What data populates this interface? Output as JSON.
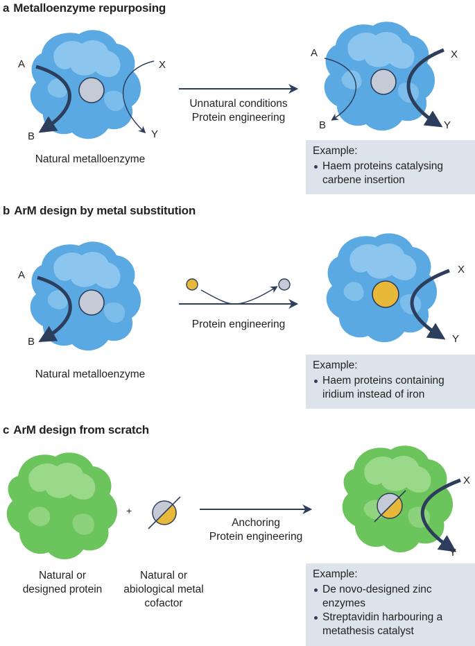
{
  "panels": {
    "a": {
      "letter": "a",
      "title": "Metalloenzyme repurposing",
      "left_labels": {
        "A": "A",
        "B": "B",
        "X": "X",
        "Y": "Y"
      },
      "right_labels": {
        "A": "A",
        "B": "B",
        "X": "X",
        "Y": "Y"
      },
      "caption": "Natural metalloenzyme",
      "arrow_text": [
        "Unnatural conditions",
        "Protein engineering"
      ],
      "example": {
        "heading": "Example:",
        "items": [
          "Haem proteins catalysing carbene insertion"
        ]
      }
    },
    "b": {
      "letter": "b",
      "title": "ArM design by metal substitution",
      "left_labels": {
        "A": "A",
        "B": "B"
      },
      "right_labels": {
        "X": "X",
        "Y": "Y"
      },
      "caption": "Natural metalloenzyme",
      "arrow_text": [
        "Protein engineering"
      ],
      "example": {
        "heading": "Example:",
        "items": [
          "Haem proteins containing iridium instead of iron"
        ]
      }
    },
    "c": {
      "letter": "c",
      "title": "ArM design from scratch",
      "plus": "+",
      "caption_protein": "Natural or designed protein",
      "caption_cofactor": "Natural or abiological metal cofactor",
      "arrow_text": [
        "Anchoring",
        "Protein engineering"
      ],
      "right_labels": {
        "X": "X",
        "Y": "Y"
      },
      "example": {
        "heading": "Example:",
        "items": [
          "De novo-designed zinc enzymes",
          "Streptavidin harbouring a metathesis catalyst"
        ]
      }
    }
  },
  "colors": {
    "protein_blue": "#5aa9e2",
    "protein_blue_light": "#8cc6ef",
    "protein_green": "#6cc45c",
    "protein_green_light": "#9ad88a",
    "arrow_dark": "#2d3e5c",
    "metal_grey": "#c5cbd6",
    "metal_gold": "#e8b83a",
    "example_bg": "#dde3ea"
  }
}
